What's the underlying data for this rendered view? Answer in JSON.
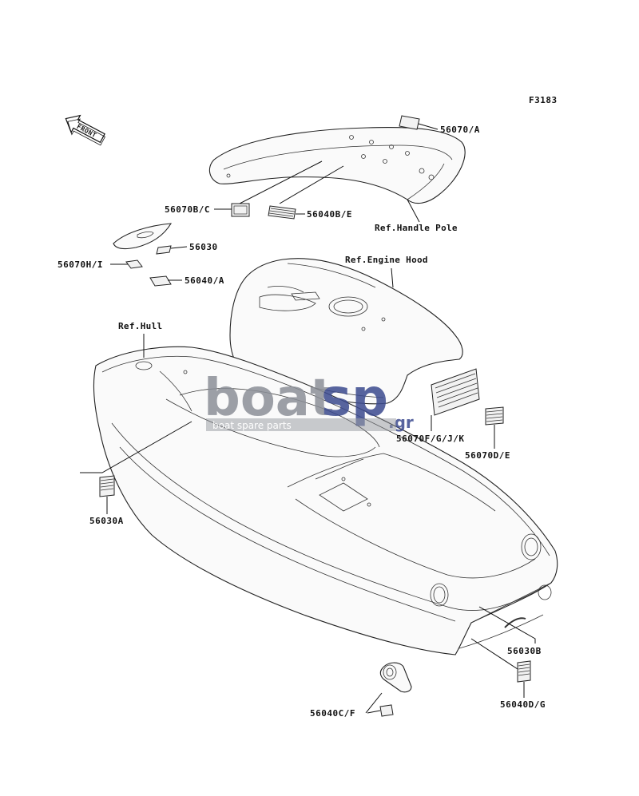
{
  "figure_code": "F3183",
  "front_arrow_label": "FRONT",
  "watermark": {
    "brand_main": "boat",
    "brand_accent": "sp",
    "brand_tld": ".gr",
    "tagline": "boat spare parts",
    "main_color": "#8c9098",
    "accent_color": "#3b4a8f"
  },
  "references": {
    "handle_pole": "Ref.Handle Pole",
    "engine_hood": "Ref.Engine Hood",
    "hull": "Ref.Hull"
  },
  "part_labels": {
    "p56070A": "56070/A",
    "p56070BC": "56070B/C",
    "p56040BE": "56040B/E",
    "p56030": "56030",
    "p56070HI": "56070H/I",
    "p56040A": "56040/A",
    "p56070FGJK": "56070F/G/J/K",
    "p56070DE": "56070D/E",
    "p56030A": "56030A",
    "p56030B": "56030B",
    "p56040DG": "56040D/G",
    "p56040CF": "56040C/F"
  }
}
